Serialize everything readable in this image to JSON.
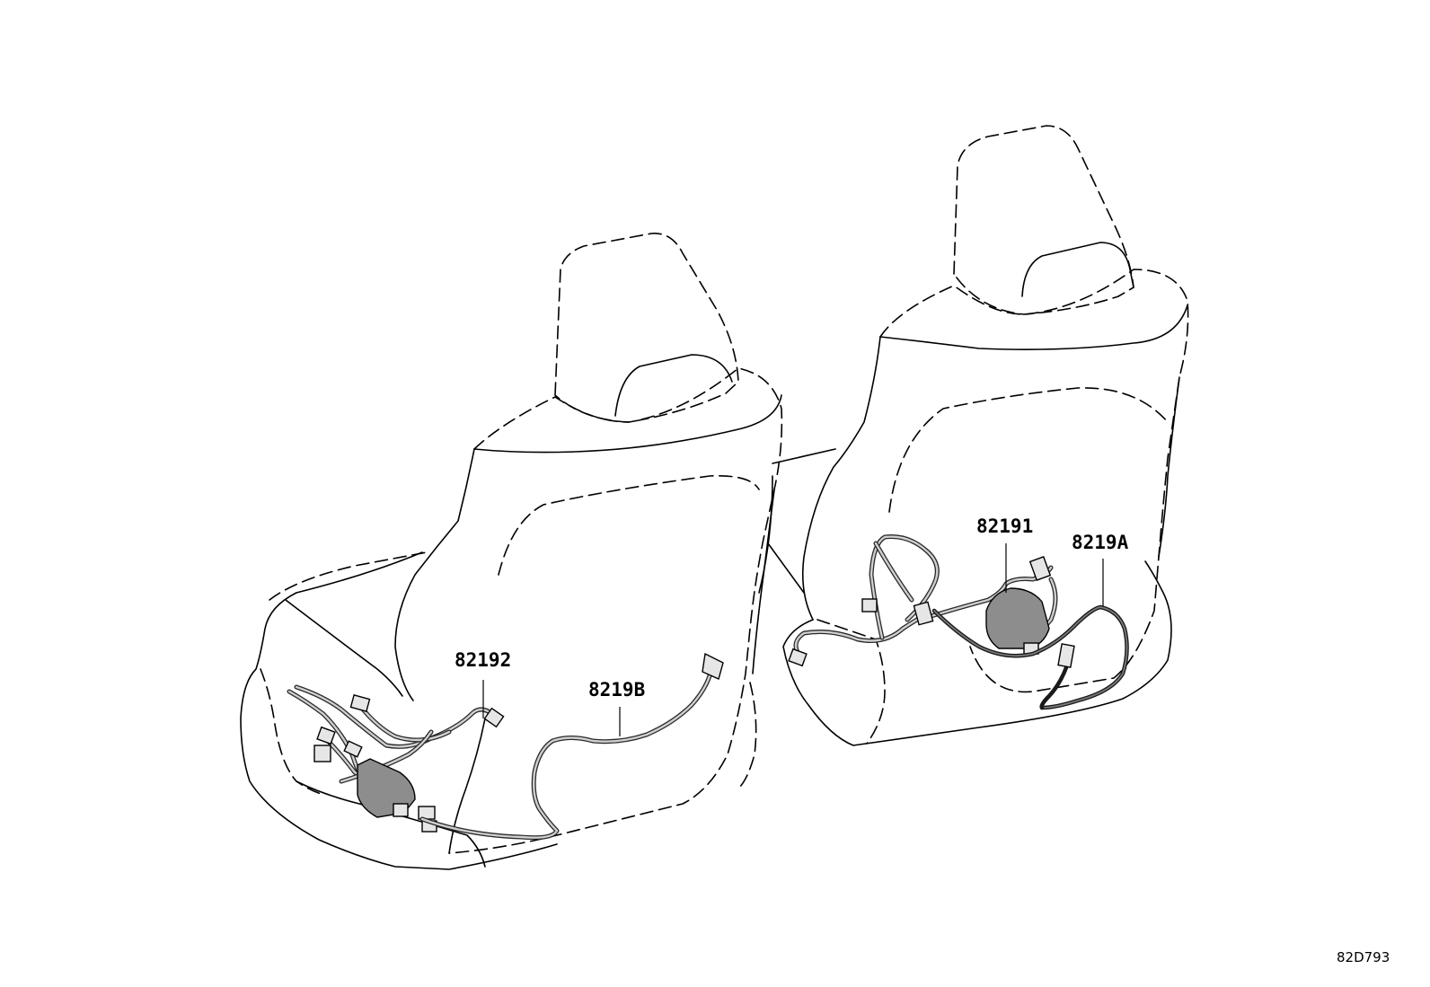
{
  "callouts": {
    "part_82192": "82192",
    "part_8219B": "8219B",
    "part_82191": "82191",
    "part_8219A": "8219A"
  },
  "figure_ref": "82D793",
  "colors": {
    "line": "#000000",
    "wire_fill": "#cfcfcf",
    "module_fill": "#8d8d8d",
    "background": "#ffffff"
  }
}
